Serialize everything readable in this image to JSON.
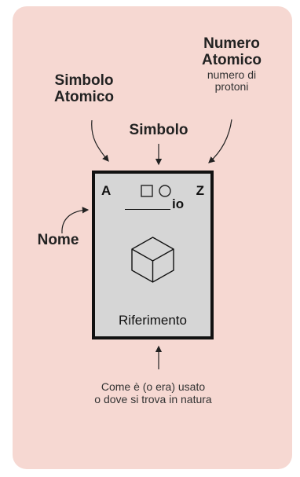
{
  "atomic_number": {
    "title_line1": "Numero",
    "title_line2": "Atomico",
    "desc_line1": "numero di",
    "desc_line2": "protoni"
  },
  "atomic_symbol": {
    "line1": "Simbolo",
    "line2": "Atomico"
  },
  "symbol": {
    "label": "Simbolo"
  },
  "name": {
    "label": "Nome"
  },
  "card": {
    "a": "A",
    "z": "Z",
    "name_suffix": "io",
    "reference": "Riferimento"
  },
  "usage": {
    "line1": "Come è (o era) usato",
    "line2": "o dove si trova in natura"
  }
}
